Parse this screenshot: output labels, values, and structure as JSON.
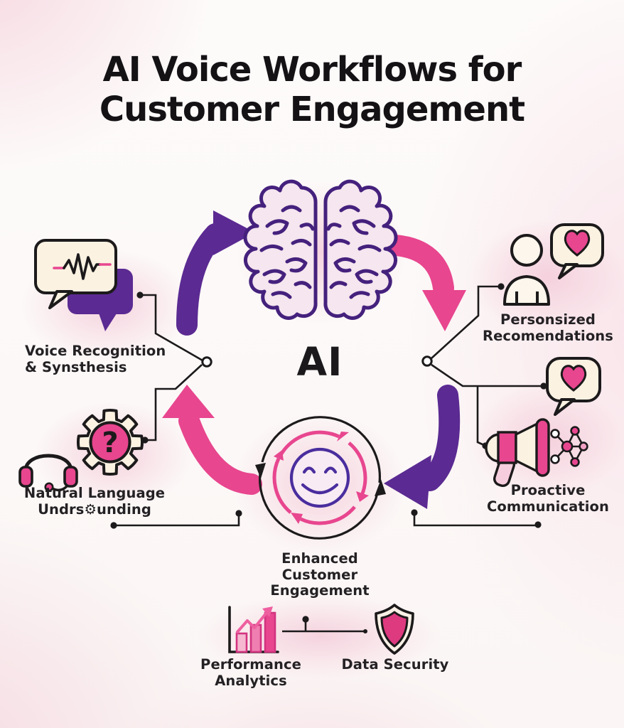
{
  "title": {
    "line1": "AI Voice Workflows for",
    "line2": "Customer Engagement"
  },
  "center": {
    "ai_label": "AI"
  },
  "nodes": {
    "voice_recognition": {
      "lines": [
        "Voice Recognition",
        "& Synsthesis"
      ]
    },
    "natural_language": {
      "lines": [
        "Natural Language",
        "Undrs⚙unding"
      ]
    },
    "personalized": {
      "lines": [
        "Personsized",
        "Recomendations"
      ]
    },
    "proactive": {
      "lines": [
        "Proactive",
        "Communication"
      ]
    },
    "enhanced": {
      "lines": [
        "Enhanced",
        "Customer",
        "Engagement"
      ]
    },
    "performance": {
      "lines": [
        "Performance",
        "Analytics"
      ]
    },
    "data_security": {
      "lines": [
        "Data Security"
      ]
    }
  },
  "gear": {
    "question_mark": "?"
  },
  "icons": [
    "brain-icon",
    "chat-bubbles-waveform-icon",
    "gear-question-icon",
    "headphones-icon",
    "person-icon",
    "heart-speech-bubble-icon",
    "megaphone-icon",
    "network-icon",
    "smiley-cycle-icon",
    "bar-chart-icon",
    "shield-icon"
  ],
  "colors": {
    "purple_arrow": "#5b2a92",
    "pink": "#e8468f",
    "outline_black": "#1c1a1b",
    "brain_purple": "#45217d",
    "smiley_purple": "#4a2d9e",
    "cream_fill": "#fbf2e2",
    "light_pink_fill": "#f6cddd",
    "background_tint": "#f6d9e1"
  }
}
